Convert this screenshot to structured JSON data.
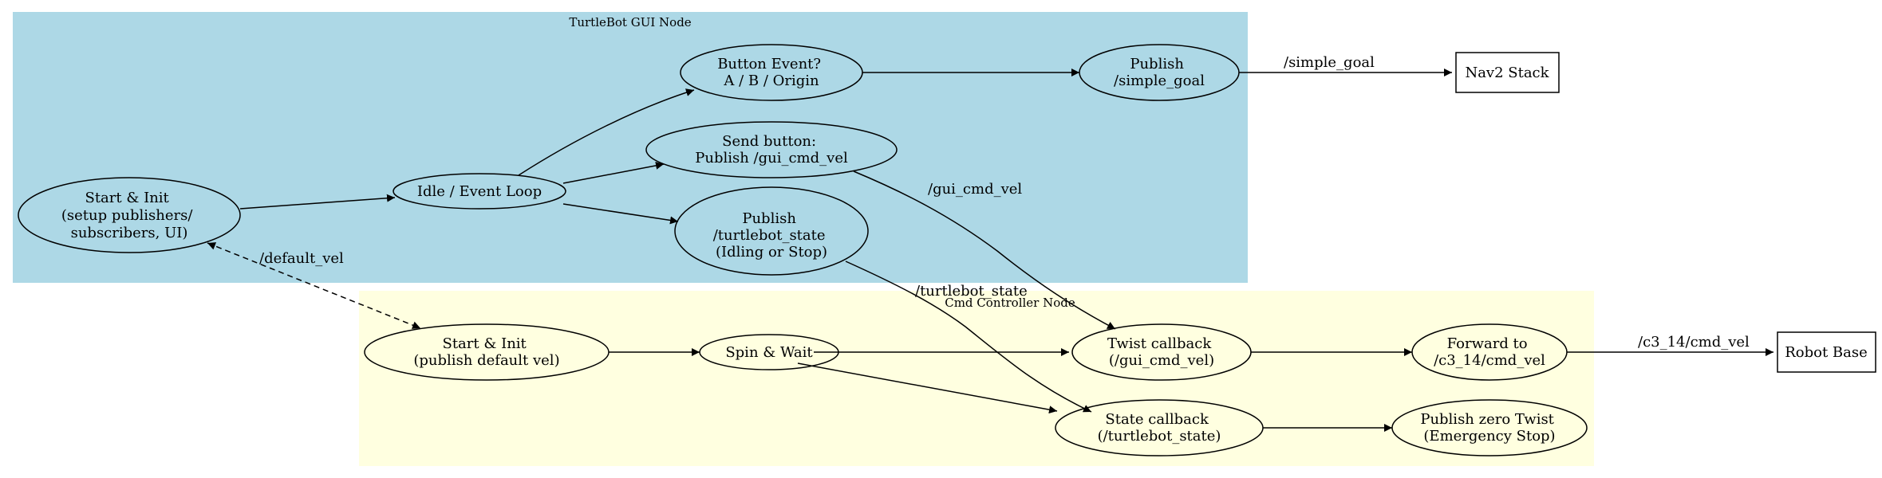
{
  "clusters": {
    "gui": {
      "label": "TurtleBot GUI Node",
      "fill": "#add8e6"
    },
    "cmd": {
      "label": "Cmd Controller Node",
      "fill": "#ffffe0"
    }
  },
  "nodes": {
    "gui_start": {
      "lines": [
        "Start & Init",
        "(setup publishers/",
        "subscribers, UI)"
      ]
    },
    "gui_idle": {
      "lines": [
        "Idle / Event Loop"
      ]
    },
    "gui_button": {
      "lines": [
        "Button Event?",
        "A / B / Origin"
      ]
    },
    "gui_send": {
      "lines": [
        "Send button:",
        "Publish /gui_cmd_vel"
      ]
    },
    "gui_pub_state": {
      "lines": [
        "Publish",
        "/turtlebot_state",
        "(Idling or Stop)"
      ]
    },
    "gui_pub_goal": {
      "lines": [
        "Publish",
        "/simple_goal"
      ]
    },
    "nav2": {
      "lines": [
        "Nav2 Stack"
      ]
    },
    "cmd_start": {
      "lines": [
        "Start & Init",
        "(publish default vel)"
      ]
    },
    "cmd_spin": {
      "lines": [
        "Spin & Wait"
      ]
    },
    "cmd_twist": {
      "lines": [
        "Twist callback",
        "(/gui_cmd_vel)"
      ]
    },
    "cmd_state": {
      "lines": [
        "State callback",
        "(/turtlebot_state)"
      ]
    },
    "cmd_forward": {
      "lines": [
        "Forward to",
        "/c3_14/cmd_vel"
      ]
    },
    "cmd_zero": {
      "lines": [
        "Publish zero Twist",
        "(Emergency Stop)"
      ]
    },
    "robot": {
      "lines": [
        "Robot Base"
      ]
    }
  },
  "edge_labels": {
    "simple_goal": "/simple_goal",
    "gui_cmd_vel": "/gui_cmd_vel",
    "default_vel": "/default_vel",
    "turtlebot_state": "/turtlebot_state",
    "c3_cmd_vel": "/c3_14/cmd_vel"
  },
  "colors": {
    "stroke": "#000000"
  }
}
